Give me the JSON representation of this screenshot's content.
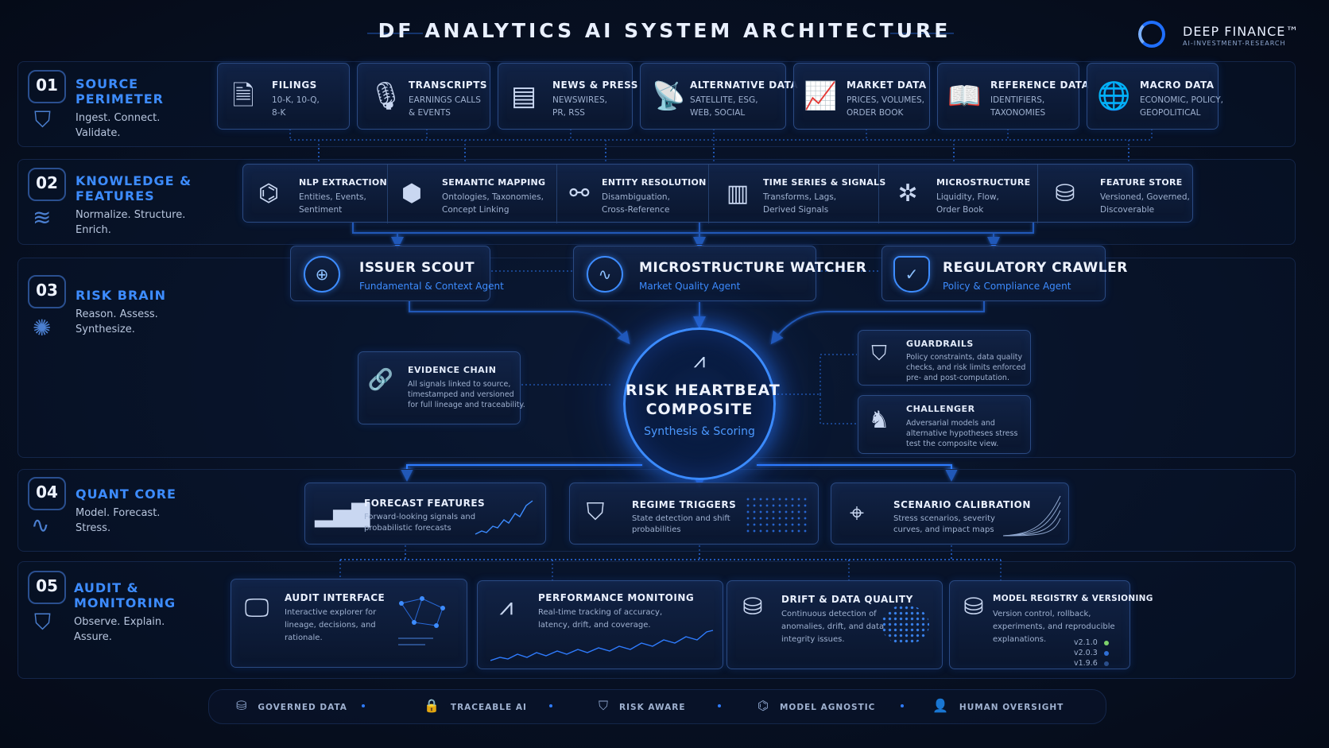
{
  "header": {
    "title": "DF ANALYTICS AI SYSTEM ARCHITECTURE",
    "brand": "DEEP FINANCE™",
    "brand_sub": "AI-INVESTMENT-RESEARCH"
  },
  "layers": [
    {
      "num": "01",
      "name": "SOURCE\nPERIMETER",
      "desc": "Ingest. Connect.\nValidate.",
      "icon": "shield-check-icon"
    },
    {
      "num": "02",
      "name": "KNOWLEDGE &\nFEATURES",
      "desc": "Normalize. Structure.\nEnrich.",
      "icon": "layers-icon"
    },
    {
      "num": "03",
      "name": "RISK BRAIN",
      "desc": "Reason. Assess.\nSynthesize.",
      "icon": "brain-icon"
    },
    {
      "num": "04",
      "name": "QUANT CORE",
      "desc": "Model. Forecast.\nStress.",
      "icon": "waveform-icon"
    },
    {
      "num": "05",
      "name": "AUDIT &\nMONITORING",
      "desc": "Observe. Explain.\nAssure.",
      "icon": "shield-check-icon"
    }
  ],
  "sources": [
    {
      "title": "FILINGS",
      "desc": "10-K, 10-Q,\n8-K",
      "icon": "document-icon"
    },
    {
      "title": "TRANSCRIPTS",
      "desc": "EARNINGS CALLS\n& EVENTS",
      "icon": "microphone-icon"
    },
    {
      "title": "NEWS & PRESS",
      "desc": "NEWSWIRES,\nPR, RSS",
      "icon": "newspaper-icon"
    },
    {
      "title": "ALTERNATIVE DATA",
      "desc": "SATELLITE, ESG,\nWEB, SOCIAL",
      "icon": "satellite-icon"
    },
    {
      "title": "MARKET DATA",
      "desc": "PRICES, VOLUMES,\nORDER BOOK",
      "icon": "bar-chart-icon"
    },
    {
      "title": "REFERENCE DATA",
      "desc": "IDENTIFIERS,\nTAXONOMIES",
      "icon": "book-icon"
    },
    {
      "title": "MACRO DATA",
      "desc": "ECONOMIC, POLICY,\nGEOPOLITICAL",
      "icon": "globe-icon"
    }
  ],
  "features": [
    {
      "title": "NLP EXTRACTION",
      "desc": "Entities, Events,\nSentiment",
      "icon": "network-icon"
    },
    {
      "title": "SEMANTIC MAPPING",
      "desc": "Ontologies, Taxonomies,\nConcept Linking",
      "icon": "cube-icon"
    },
    {
      "title": "ENTITY RESOLUTION",
      "desc": "Disambiguation,\nCross-Reference",
      "icon": "link-nodes-icon"
    },
    {
      "title": "TIME SERIES & SIGNALS",
      "desc": "Transforms, Lags,\nDerived Signals",
      "icon": "signal-bars-icon"
    },
    {
      "title": "MICROSTRUCTURE",
      "desc": "Liquidity, Flow,\nOrder Book",
      "icon": "hub-icon"
    },
    {
      "title": "FEATURE STORE",
      "desc": "Versioned, Governed,\nDiscoverable",
      "icon": "database-icon"
    }
  ],
  "agents": [
    {
      "title": "ISSUER SCOUT",
      "sub": "Fundamental & Context Agent",
      "icon": "crosshair-icon"
    },
    {
      "title": "MICROSTRUCTURE WATCHER",
      "sub": "Market Quality Agent",
      "icon": "pulse-icon"
    },
    {
      "title": "REGULATORY CRAWLER",
      "sub": "Policy & Compliance Agent",
      "icon": "shield-check-icon"
    }
  ],
  "core": {
    "title": "RISK HEARTBEAT\nCOMPOSITE",
    "sub": "Synthesis & Scoring",
    "icon": "heartbeat-icon"
  },
  "evidence": {
    "title": "EVIDENCE CHAIN",
    "desc": "All signals linked to source,\ntimestamped and versioned\nfor full lineage and traceability.",
    "icon": "chain-link-icon"
  },
  "guardrails": {
    "title": "GUARDRAILS",
    "desc": "Policy constraints, data quality\nchecks, and risk limits enforced\npre- and post-computation.",
    "icon": "shield-check-icon"
  },
  "challenger": {
    "title": "CHALLENGER",
    "desc": "Adversarial models and\nalternative hypotheses stress\ntest the composite view.",
    "icon": "chess-knight-icon"
  },
  "quant": [
    {
      "title": "FORECAST FEATURES",
      "desc": "Forward-looking signals and\nprobabilistic forecasts",
      "icon": "bar-chart-icon"
    },
    {
      "title": "REGIME TRIGGERS",
      "desc": "State detection and shift\nprobabilities",
      "icon": "shield-bolt-icon"
    },
    {
      "title": "SCENARIO CALIBRATION",
      "desc": "Stress scenarios, severity\ncurves, and impact maps",
      "icon": "target-icon"
    }
  ],
  "audit": [
    {
      "title": "AUDIT INTERFACE",
      "desc": "Interactive explorer for\nlineage, decisions, and\nrationale.",
      "icon": "monitor-icon"
    },
    {
      "title": "PERFORMANCE MONITOING",
      "desc": "Real-time tracking of accuracy,\nlatency, drift, and coverage.",
      "icon": "pulse-icon"
    },
    {
      "title": "DRIFT & DATA QUALITY",
      "desc": "Continuous detection of\nanomalies, drift, and data\nintegrity issues.",
      "icon": "database-icon"
    },
    {
      "title": "MODEL REGISTRY & VERSIONING",
      "desc": "Version control, rollback,\nexperiments, and reproducible\nexplanations.",
      "icon": "database-icon"
    }
  ],
  "versions": [
    {
      "label": "v2.1.0",
      "color": "#7ed36b"
    },
    {
      "label": "v2.0.3",
      "color": "#2f6fd6"
    },
    {
      "label": "v1.9.6",
      "color": "#2a4e8a"
    }
  ],
  "footer": [
    {
      "label": "GOVERNED DATA",
      "icon": "database-icon"
    },
    {
      "label": "TRACEABLE AI",
      "icon": "lock-icon"
    },
    {
      "label": "RISK AWARE",
      "icon": "shield-bolt-icon"
    },
    {
      "label": "MODEL AGNOSTIC",
      "icon": "nodes-icon"
    },
    {
      "label": "HUMAN OVERSIGHT",
      "icon": "user-icon"
    }
  ],
  "colors": {
    "accent": "#2f7cff",
    "background": "#060d1d",
    "text": "#e9f0ff"
  }
}
